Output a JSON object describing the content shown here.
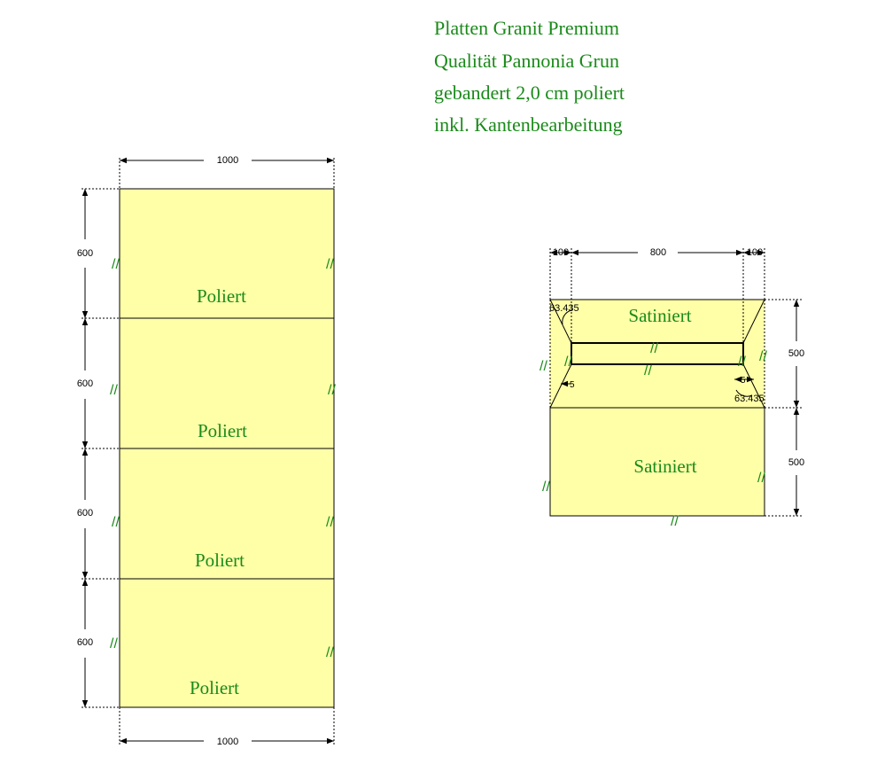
{
  "colors": {
    "plate_fill": "#ffffa8",
    "label_green": "#1a8a1a",
    "line": "#000000",
    "dim": "#000000"
  },
  "header": {
    "line1": "Platten Granit Premium",
    "line2": "Qualität Pannonia Grun",
    "line3": "gebandert 2,0 cm poliert",
    "line4": "inkl. Kantenbearbeitung"
  },
  "left_panel": {
    "top_width": "1000",
    "bottom_width": "1000",
    "heights": [
      "600",
      "600",
      "600",
      "600"
    ],
    "labels": [
      "Poliert",
      "Poliert",
      "Poliert",
      "Poliert"
    ]
  },
  "right_panel": {
    "left_offset": "100",
    "center_width": "800",
    "right_offset": "100",
    "upper_height": "500",
    "lower_height": "500",
    "angle_left": "63.435",
    "angle_right": "63.435",
    "small_left": "5",
    "small_right": "5",
    "upper_label": "Satiniert",
    "lower_label": "Satiniert"
  },
  "edge_mark": "//"
}
